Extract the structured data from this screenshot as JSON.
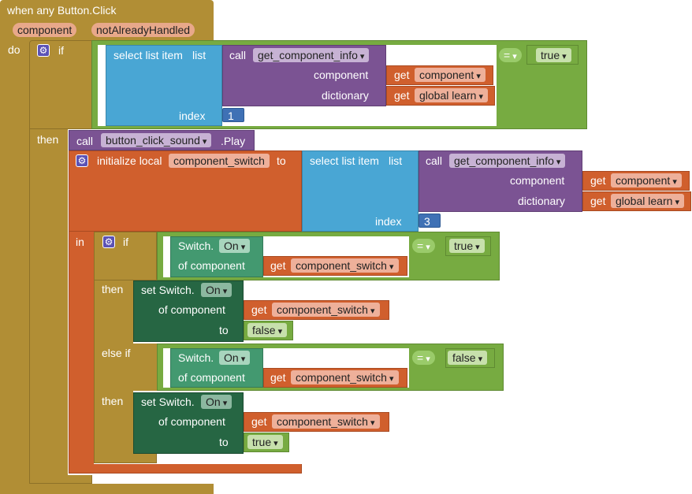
{
  "event": {
    "title": "when any Button.Click",
    "params": [
      "component",
      "notAlreadyHandled"
    ],
    "do_label": "do"
  },
  "if1": {
    "if_label": "if",
    "then_label": "then",
    "select_label": "select list item",
    "list_label": "list",
    "index_label": "index",
    "index_value": "1",
    "call_label": "call",
    "proc_name": "get_component_info",
    "arg_component_label": "component",
    "arg_dictionary_label": "dictionary",
    "get_label": "get",
    "get_component": "component",
    "get_learn": "global learn",
    "eq_op": "=",
    "eq_value": "true"
  },
  "sound": {
    "call_label": "call",
    "component": "button_click_sound",
    "method": ".Play"
  },
  "local": {
    "init_label": "initialize local",
    "var_name": "component_switch",
    "to_label": "to",
    "in_label": "in",
    "select_label": "select list item",
    "list_label": "list",
    "index_label": "index",
    "index_value": "3",
    "call_label": "call",
    "proc_name": "get_component_info",
    "arg_component_label": "component",
    "arg_dictionary_label": "dictionary",
    "get_label": "get",
    "get_component": "component",
    "get_learn": "global learn"
  },
  "if2": {
    "if_label": "if",
    "then_label": "then",
    "elseif_label": "else if",
    "switch_label": "Switch.",
    "prop_on": "On",
    "of_component_label": "of component",
    "get_label": "get",
    "var_name": "component_switch",
    "eq_op": "=",
    "cond1_value": "true",
    "cond2_value": "false",
    "set_label": "set Switch.",
    "to_label": "to",
    "set1_value": "false",
    "set2_value": "true"
  },
  "colors": {
    "event": "#b18e35",
    "control": "#b18e35",
    "logic": "#77ab41",
    "list": "#49a6d4",
    "proc": "#7b5393",
    "var": "#d05f2d",
    "comp_get": "#439970",
    "comp_set": "#266643",
    "math": "#3f71b5"
  }
}
